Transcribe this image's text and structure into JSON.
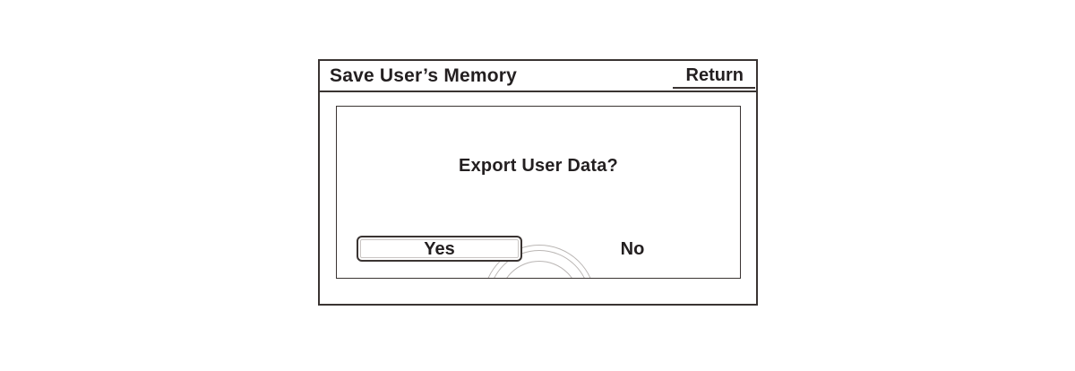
{
  "dialog": {
    "title": "Save User’s Memory",
    "return_label": "Return",
    "message": "Export User Data?",
    "yes_label": "Yes",
    "no_label": "No"
  },
  "decoration": {
    "dial_arcs": "three concentric light-gray arcs clipped at panel bottom edge"
  },
  "colors": {
    "line": "#3a3432",
    "text": "#231f20",
    "arc": "#bab6b4",
    "background": "#ffffff"
  }
}
